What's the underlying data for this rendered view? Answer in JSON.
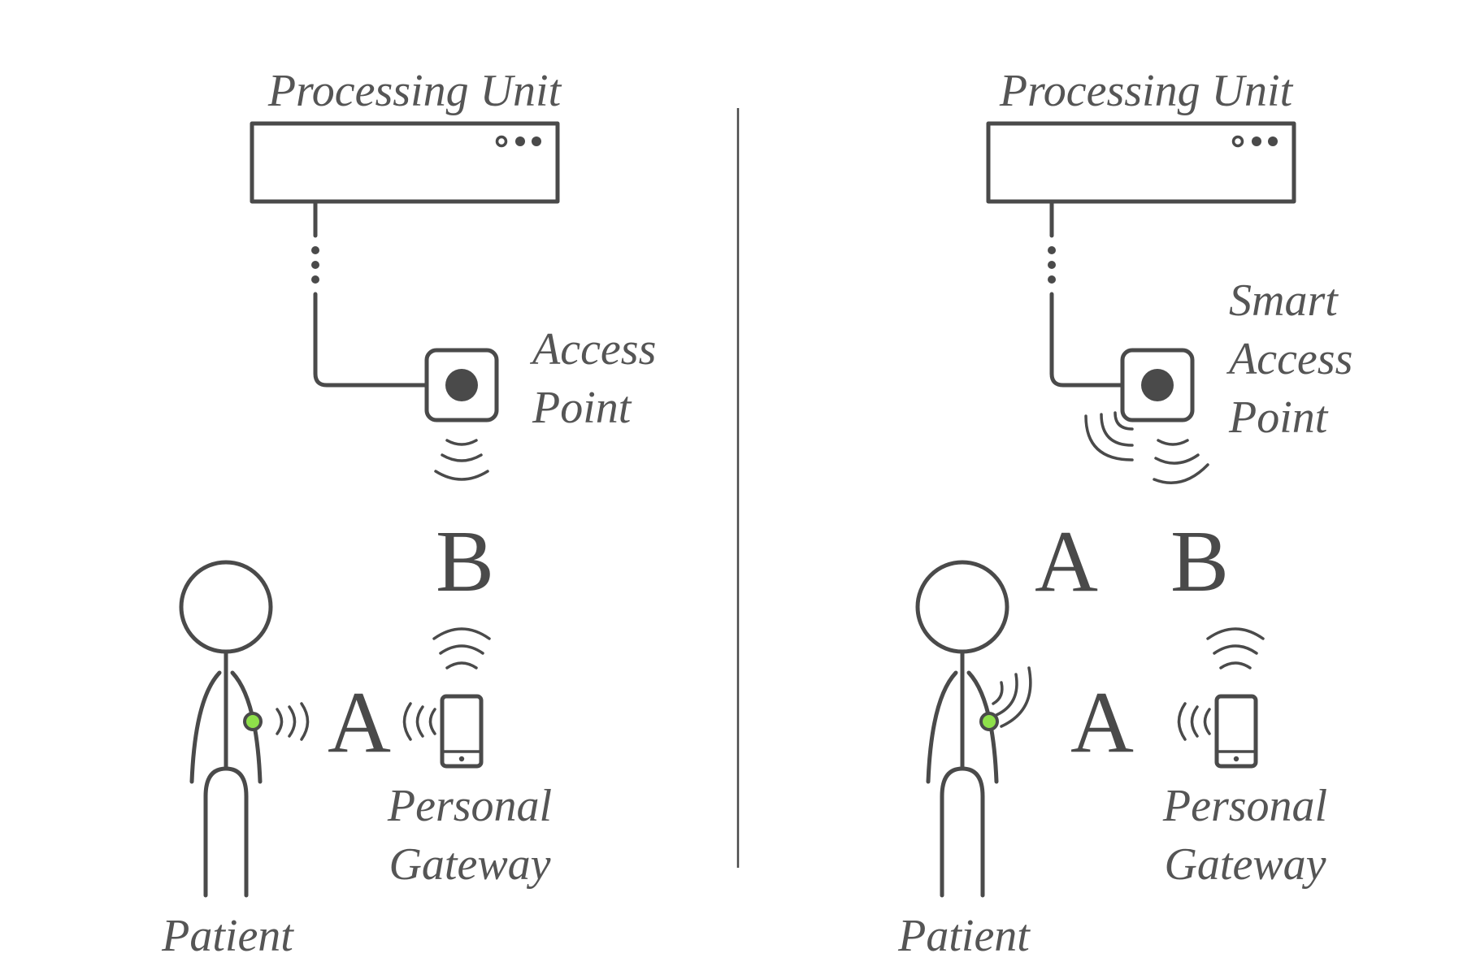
{
  "left": {
    "processing_unit_label": "Processing Unit",
    "access_point_label_line1": "Access",
    "access_point_label_line2": "Point",
    "link_b_label": "B",
    "link_a_label": "A",
    "gateway_label_line1": "Personal",
    "gateway_label_line2": "Gateway",
    "patient_label": "Patient"
  },
  "right": {
    "processing_unit_label": "Processing Unit",
    "access_point_label_line1": "Smart",
    "access_point_label_line2": "Access",
    "access_point_label_line3": "Point",
    "link_a_upper_label": "A",
    "link_b_label": "B",
    "link_a_lower_label": "A",
    "gateway_label_line1": "Personal",
    "gateway_label_line2": "Gateway",
    "patient_label": "Patient"
  },
  "colors": {
    "line": "#4a4a4a",
    "text": "#555555",
    "sensor": "#8ee04a"
  },
  "icons": {
    "processing_unit": "server-box-icon",
    "access_point": "access-point-icon",
    "gateway": "smartphone-icon",
    "patient": "stick-figure-icon",
    "sensor": "wearable-sensor-icon",
    "signal": "wireless-waves-icon"
  }
}
